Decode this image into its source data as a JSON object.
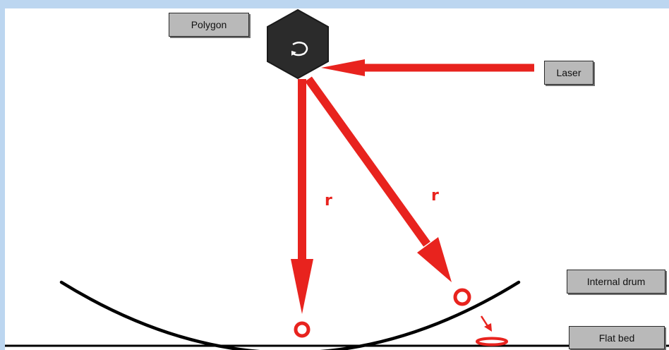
{
  "labels": {
    "polygon": "Polygon",
    "laser": "Laser",
    "internal_drum": "Internal drum",
    "flat_bed": "Flat bed"
  },
  "radius_labels": [
    "r",
    "r"
  ],
  "colors": {
    "beam": "#e8231e",
    "polygon_fill": "#2b2b2b",
    "drum_stroke": "#000000",
    "label_fill": "#b9b9b9",
    "background": "#bcd6f0"
  },
  "icons": {
    "polygon_rotation": "rotation-arrow-icon"
  }
}
